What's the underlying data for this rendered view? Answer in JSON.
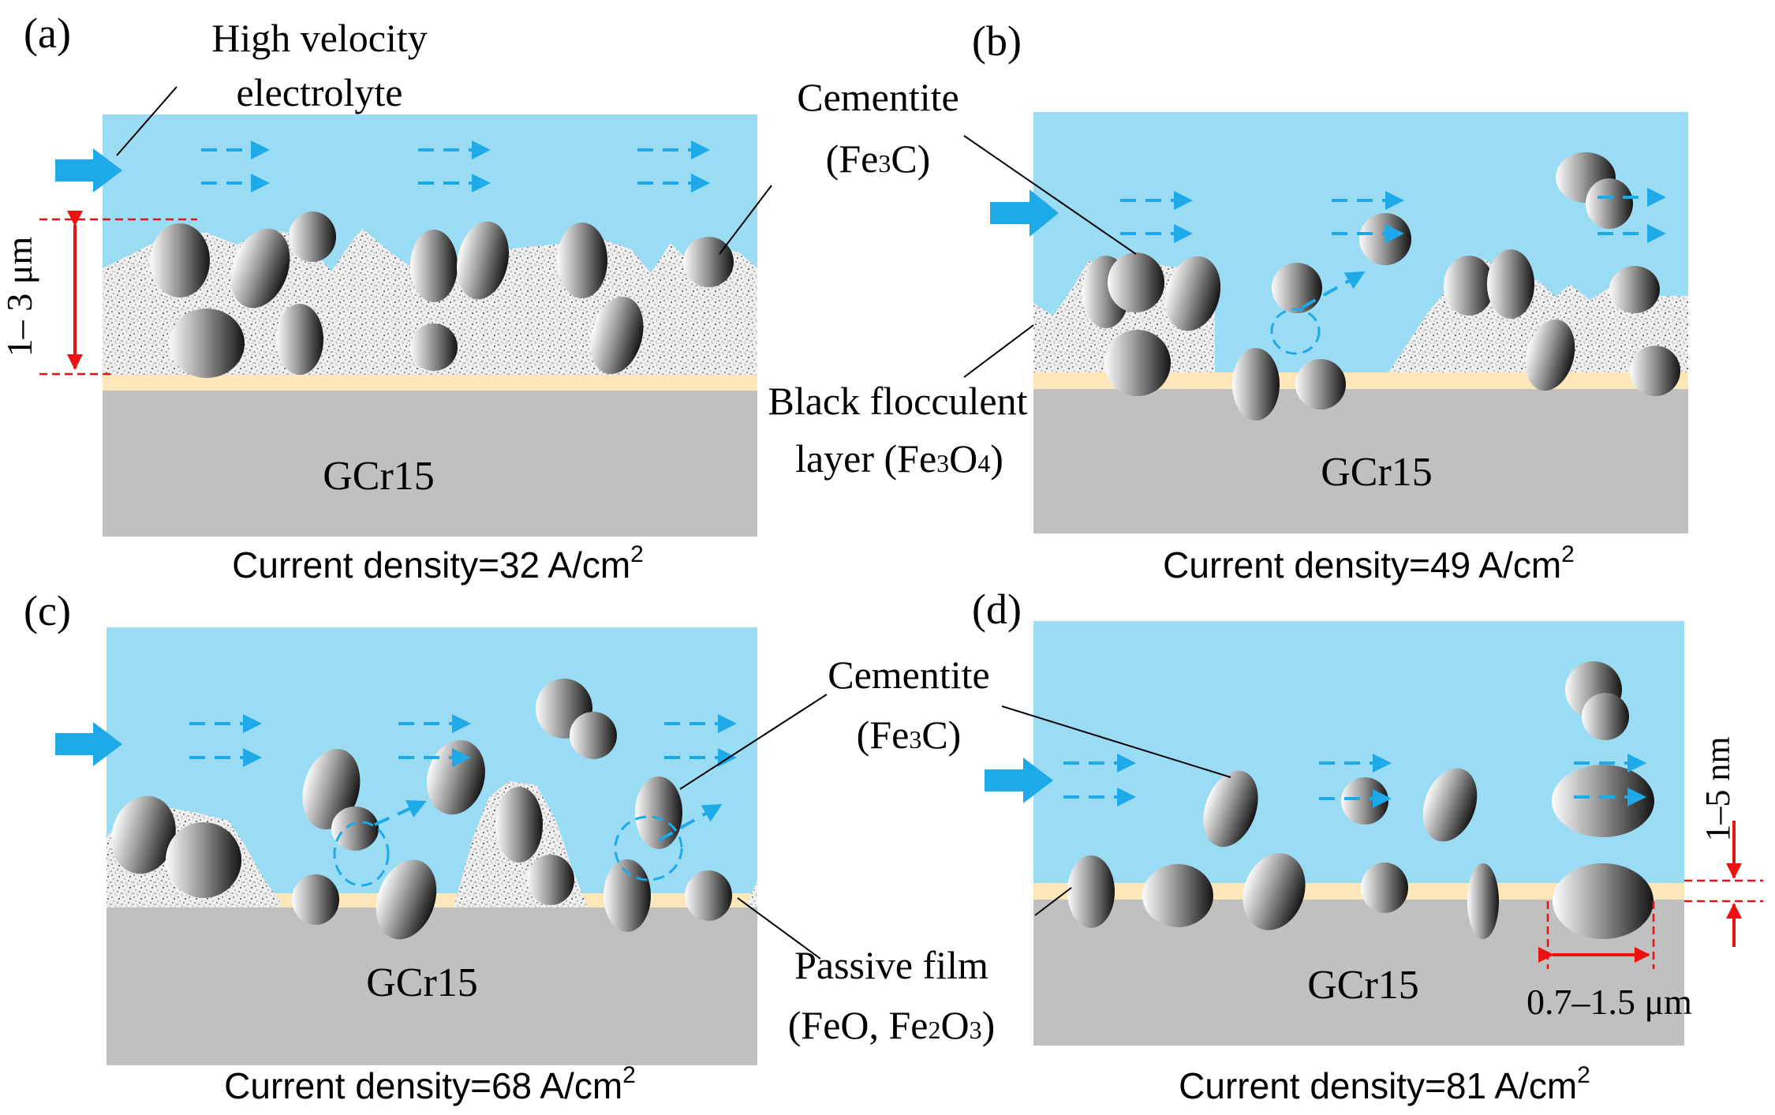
{
  "colors": {
    "electrolyte": "#9bdcf5",
    "substrate": "#c0c0c0",
    "passive_film": "#fde6b8",
    "flocculent": "#ececec",
    "arrow_blue": "#1ea9e8",
    "dimension_red": "#ee1111"
  },
  "panels": [
    {
      "letter": "(a)",
      "substrate_label": "GCr15",
      "caption_main": "Current density=32 A/cm",
      "caption_sup": "2",
      "flow_label_1": "High velocity",
      "flow_label_2": "electrolyte",
      "cementite_label_1": "Cementite",
      "cementite_label_2_pre": "(Fe",
      "cementite_label_2_sub": "3",
      "cementite_label_2_post": "C)",
      "thickness_label": "1– 3 μm"
    },
    {
      "letter": "(b)",
      "substrate_label": "GCr15",
      "caption_main": "Current density=49 A/cm",
      "caption_sup": "2",
      "layer_label_1": "Black flocculent",
      "layer_label_2_pre": "layer (Fe",
      "layer_label_2_sub1": "3",
      "layer_label_2_mid": "O",
      "layer_label_2_sub2": "4",
      "layer_label_2_post": ")"
    },
    {
      "letter": "(c)",
      "substrate_label": "GCr15",
      "caption_main": "Current density=68 A/cm",
      "caption_sup": "2",
      "passive_label_1": "Passive film",
      "passive_label_2_pre": "(FeO, Fe",
      "passive_label_2_sub1": "2",
      "passive_label_2_mid": "O",
      "passive_label_2_sub2": "3",
      "passive_label_2_post": ")"
    },
    {
      "letter": "(d)",
      "substrate_label": "GCr15",
      "caption_main": "Current density=81 A/cm",
      "caption_sup": "2",
      "cementite_label_1": "Cementite",
      "cementite_label_2_pre": "(Fe",
      "cementite_label_2_sub": "3",
      "cementite_label_2_post": "C)",
      "film_thickness_label": "1–5 nm",
      "particle_size_label": "0.7–1.5 μm"
    }
  ]
}
